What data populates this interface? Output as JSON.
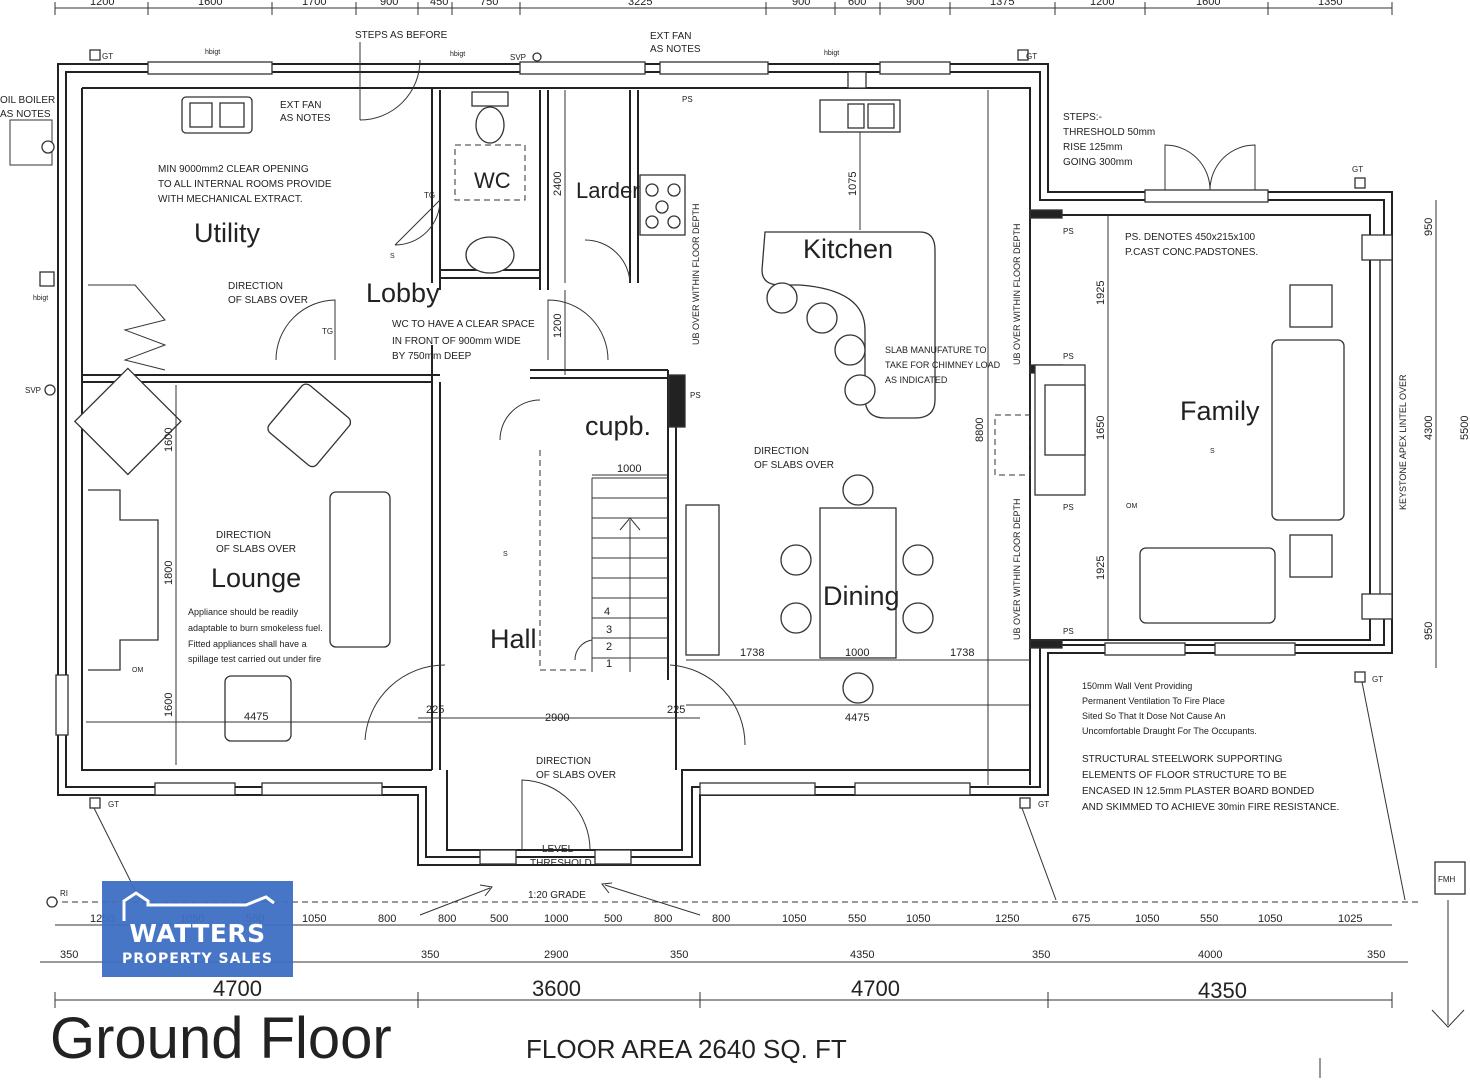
{
  "rooms": {
    "utility": "Utility",
    "lobby": "Lobby",
    "wc": "WC",
    "larder": "Larder",
    "kitchen": "Kitchen",
    "family": "Family",
    "lounge": "Lounge",
    "hall": "Hall",
    "cupb": "cupb.",
    "dining": "Dining"
  },
  "notes": {
    "steps_as_before": "STEPS AS BEFORE",
    "ext_fan_1": "EXT FAN",
    "ext_fan_2": "AS NOTES",
    "oil_boiler_1": "OIL BOILER",
    "oil_boiler_2": "AS NOTES",
    "min_open_1": "MIN 9000mm2 CLEAR OPENING",
    "min_open_2": "TO ALL INTERNAL ROOMS PROVIDE",
    "min_open_3": "WITH MECHANICAL EXTRACT.",
    "direction_1": "DIRECTION",
    "direction_2": "OF SLABS OVER",
    "wc_space_1": "WC TO HAVE A CLEAR SPACE",
    "wc_space_2": "IN FRONT OF 900mm WIDE",
    "wc_space_3": "BY 750mm DEEP",
    "steps_1": "STEPS:-",
    "steps_2": "THRESHOLD  50mm",
    "steps_3": "RISE 125mm",
    "steps_4": "GOING 300mm",
    "ps_1": "PS. DENOTES 450x215x100",
    "ps_2": "P.CAST CONC.PADSTONES.",
    "slab_1": "SLAB MANUFATURE TO",
    "slab_2": "TAKE FOR CHIMNEY LOAD",
    "slab_3": "AS INDICATED",
    "ub_over": "UB OVER WITHIN FLOOR DEPTH",
    "keystone": "KEYSTONE APEX LINTEL OVER",
    "appliance_1": "Appliance should be readily",
    "appliance_2": "adaptable to burn smokeless fuel.",
    "appliance_3": "Fitted appliances shall have a",
    "appliance_4": "spillage test carried out under fire",
    "vent_1": "150mm Wall Vent Providing",
    "vent_2": "Permanent Ventilation To Fire Place",
    "vent_3": "Sited So That It Dose Not Cause An",
    "vent_4": "Uncomfortable Draught For The Occupants.",
    "steel_1": "STRUCTURAL STEELWORK SUPPORTING",
    "steel_2": "ELEMENTS OF FLOOR STRUCTURE TO BE",
    "steel_3": "ENCASED IN 12.5mm PLASTER BOARD BONDED",
    "steel_4": "AND SKIMMED TO ACHIEVE 30min FIRE RESISTANCE.",
    "level_1": "LEVEL",
    "level_2": "THRESHOLD",
    "grade": "1:20 GRADE",
    "gt": "GT",
    "svp": "SVP",
    "ps": "PS",
    "fmh": "FMH",
    "hbig": "hbigt",
    "tg": "TG",
    "ri": "RI",
    "sa": "S",
    "om": "OM"
  },
  "dimensions": {
    "d2400": "2400",
    "d1075": "1075",
    "d1200": "1200",
    "d1000": "1000",
    "d1600": "1600",
    "d1800": "1800",
    "d8800": "8800",
    "d1925": "1925",
    "d1650": "1650",
    "d4300": "4300",
    "d950": "950",
    "d5500": "5500",
    "d1738": "1738",
    "d4475": "4475",
    "d225": "225",
    "d2900": "2900",
    "d350": "350",
    "d4350": "4350",
    "d4000": "4000",
    "d1250": "1250",
    "d1050": "1050",
    "d550": "550",
    "d800": "800",
    "d500": "500",
    "d675": "675",
    "d1025": "1025",
    "s1": "1",
    "s2": "2",
    "s3": "3",
    "s4": "4",
    "top_1200": "1200",
    "top_1600": "1600",
    "top_1700": "1700",
    "top_900": "900",
    "top_450": "450",
    "top_750": "750",
    "top_3225": "3225",
    "top_600": "600",
    "top_1375": "1375",
    "top_1350": "1350"
  },
  "overall": {
    "w1": "4700",
    "w2": "3600",
    "w3": "4700",
    "w4": "4350"
  },
  "title": "Ground Floor",
  "floor_area": "FLOOR AREA 2640 SQ. FT",
  "logo": {
    "line1": "WATTERS",
    "line2": "PROPERTY SALES"
  }
}
